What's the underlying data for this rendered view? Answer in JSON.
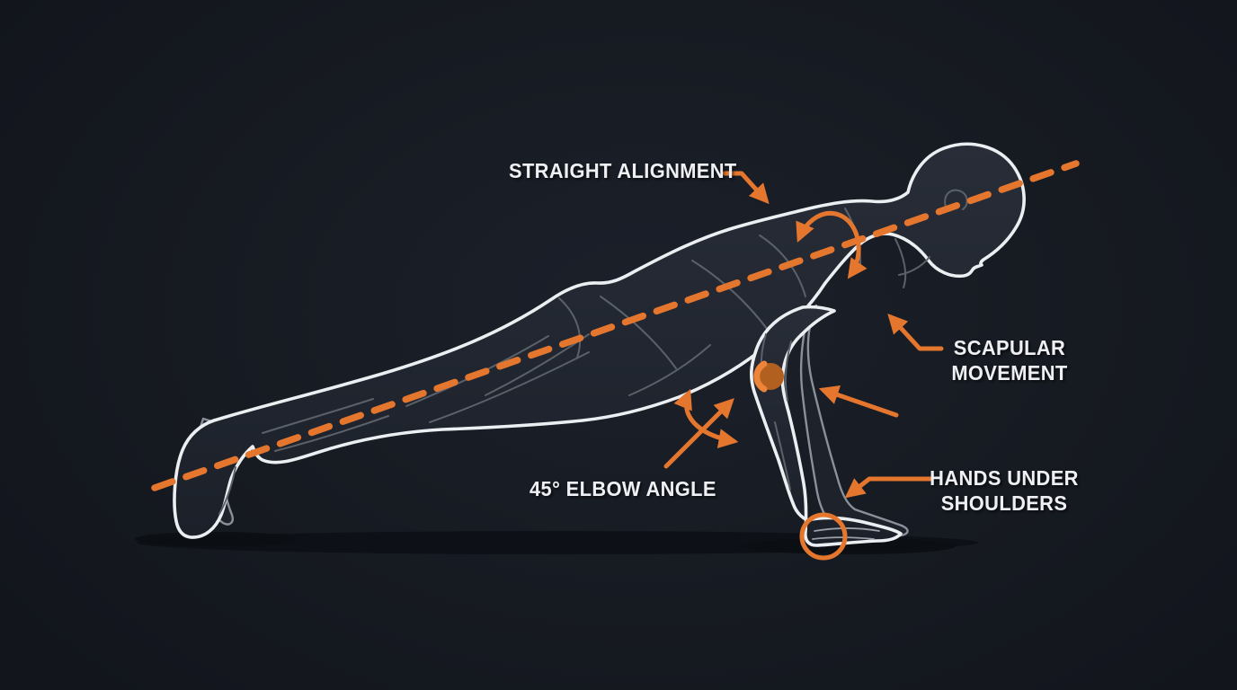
{
  "colors": {
    "background": "#161a21",
    "accent_orange": "#e4762e",
    "accent_orange_bright": "#ee8438",
    "accent_orange_dark": "#b2601f",
    "figure_outline": "#eceff2",
    "figure_fill": "#242935",
    "detail_gray": "#5b6169",
    "text_color": "#eef0f3",
    "shadow": "#0c0f15"
  },
  "labels": {
    "straight_alignment": "STRAIGHT ALIGNMENT",
    "scapular_movement": {
      "line1": "SCAPULAR",
      "line2": "MOVEMENT"
    },
    "elbow_angle": "45° ELBOW ANGLE",
    "hands_under_shoulders": {
      "line1": "HANDS UNDER",
      "line2": "SHOULDERS"
    }
  },
  "graphics": {
    "alignment_line": "orange dashed line through body from toes to head",
    "wrist_circle": "orange circle highlighting wrist under shoulder",
    "elbow_marker": "orange crescent marking elbow joint",
    "shoulder_arc": "curved double-headed arrow over shoulder",
    "elbow_arc": "curved double-headed arrow at elbow angle"
  }
}
